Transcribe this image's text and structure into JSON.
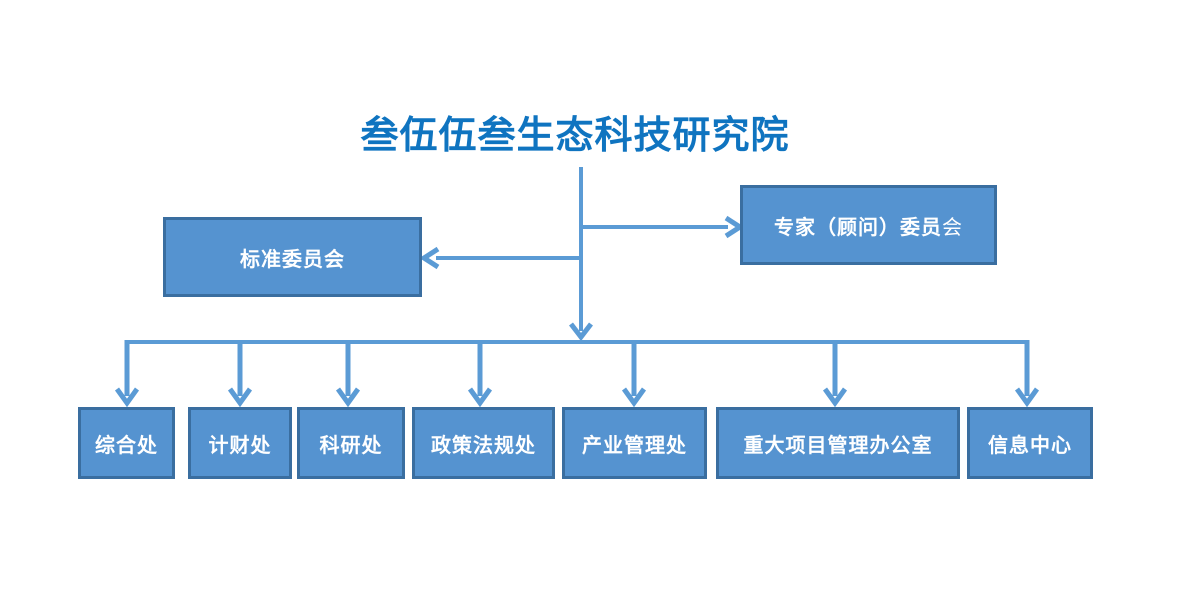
{
  "title": "叁伍伍叁生态科技研究院",
  "colors": {
    "background": "#FFFFFF",
    "title_text": "#0F74C0",
    "box_fill": "#5593D0",
    "box_border": "#3A6EA0",
    "box_text": "#FFFFFF",
    "connector": "#5B9BD5"
  },
  "committees": {
    "standards": {
      "label": "标准委员会"
    },
    "advisory": {
      "label_bold": "专家（顾问）委员",
      "label_regular": "会"
    }
  },
  "departments": [
    {
      "label": "综合处"
    },
    {
      "label": "计财处"
    },
    {
      "label": "科研处"
    },
    {
      "label": "政策法规处"
    },
    {
      "label": "产业管理处"
    },
    {
      "label": "重大项目管理办公室"
    },
    {
      "label": "信息中心"
    }
  ]
}
